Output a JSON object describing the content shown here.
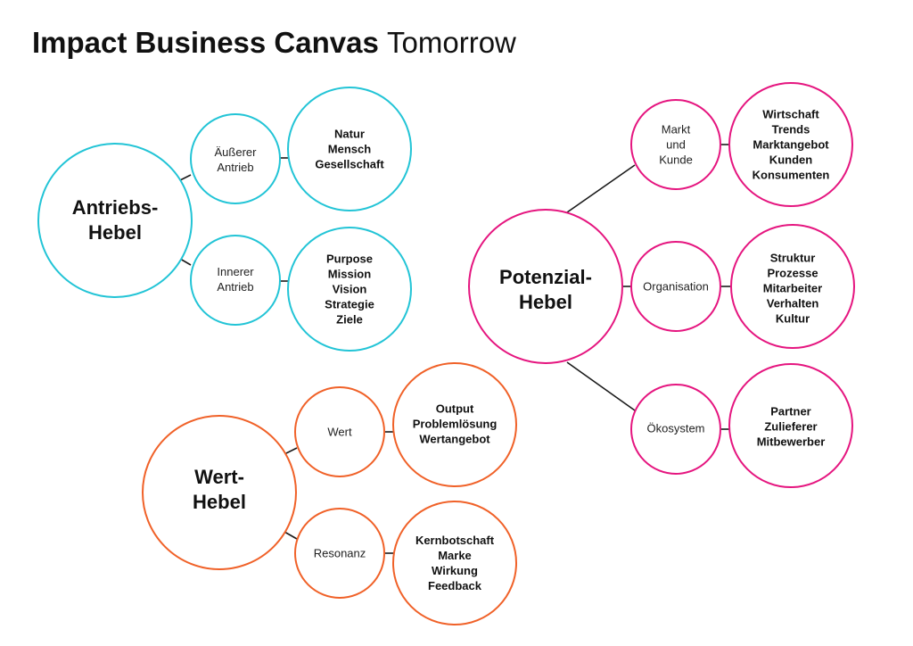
{
  "title": {
    "bold": "Impact Business Canvas",
    "light": "Tomorrow"
  },
  "colors": {
    "antrieb": "#22c4d6",
    "potenzial": "#e5157f",
    "wert": "#f06128"
  },
  "antrieb": {
    "hub": [
      "Antriebs-",
      "Hebel"
    ],
    "branches": [
      {
        "label": [
          "Äußerer",
          "Antrieb"
        ],
        "details": [
          "Natur",
          "Mensch",
          "Gesellschaft"
        ]
      },
      {
        "label": [
          "Innerer",
          "Antrieb"
        ],
        "details": [
          "Purpose",
          "Mission",
          "Vision",
          "Strategie",
          "Ziele"
        ]
      }
    ]
  },
  "potenzial": {
    "hub": [
      "Potenzial-",
      "Hebel"
    ],
    "branches": [
      {
        "label": [
          "Markt",
          "und",
          "Kunde"
        ],
        "details": [
          "Wirtschaft",
          "Trends",
          "Marktangebot",
          "Kunden",
          "Konsumenten"
        ]
      },
      {
        "label": [
          "Organisation"
        ],
        "details": [
          "Struktur",
          "Prozesse",
          "Mitarbeiter",
          "Verhalten",
          "Kultur"
        ]
      },
      {
        "label": [
          "Ökosystem"
        ],
        "details": [
          "Partner",
          "Zulieferer",
          "Mitbewerber"
        ]
      }
    ]
  },
  "wert": {
    "hub": [
      "Wert-",
      "Hebel"
    ],
    "branches": [
      {
        "label": [
          "Wert"
        ],
        "details": [
          "Output",
          "Problemlösung",
          "Wertangebot"
        ]
      },
      {
        "label": [
          "Resonanz"
        ],
        "details": [
          "Kernbotschaft",
          "Marke",
          "Wirkung",
          "Feedback"
        ]
      }
    ]
  }
}
